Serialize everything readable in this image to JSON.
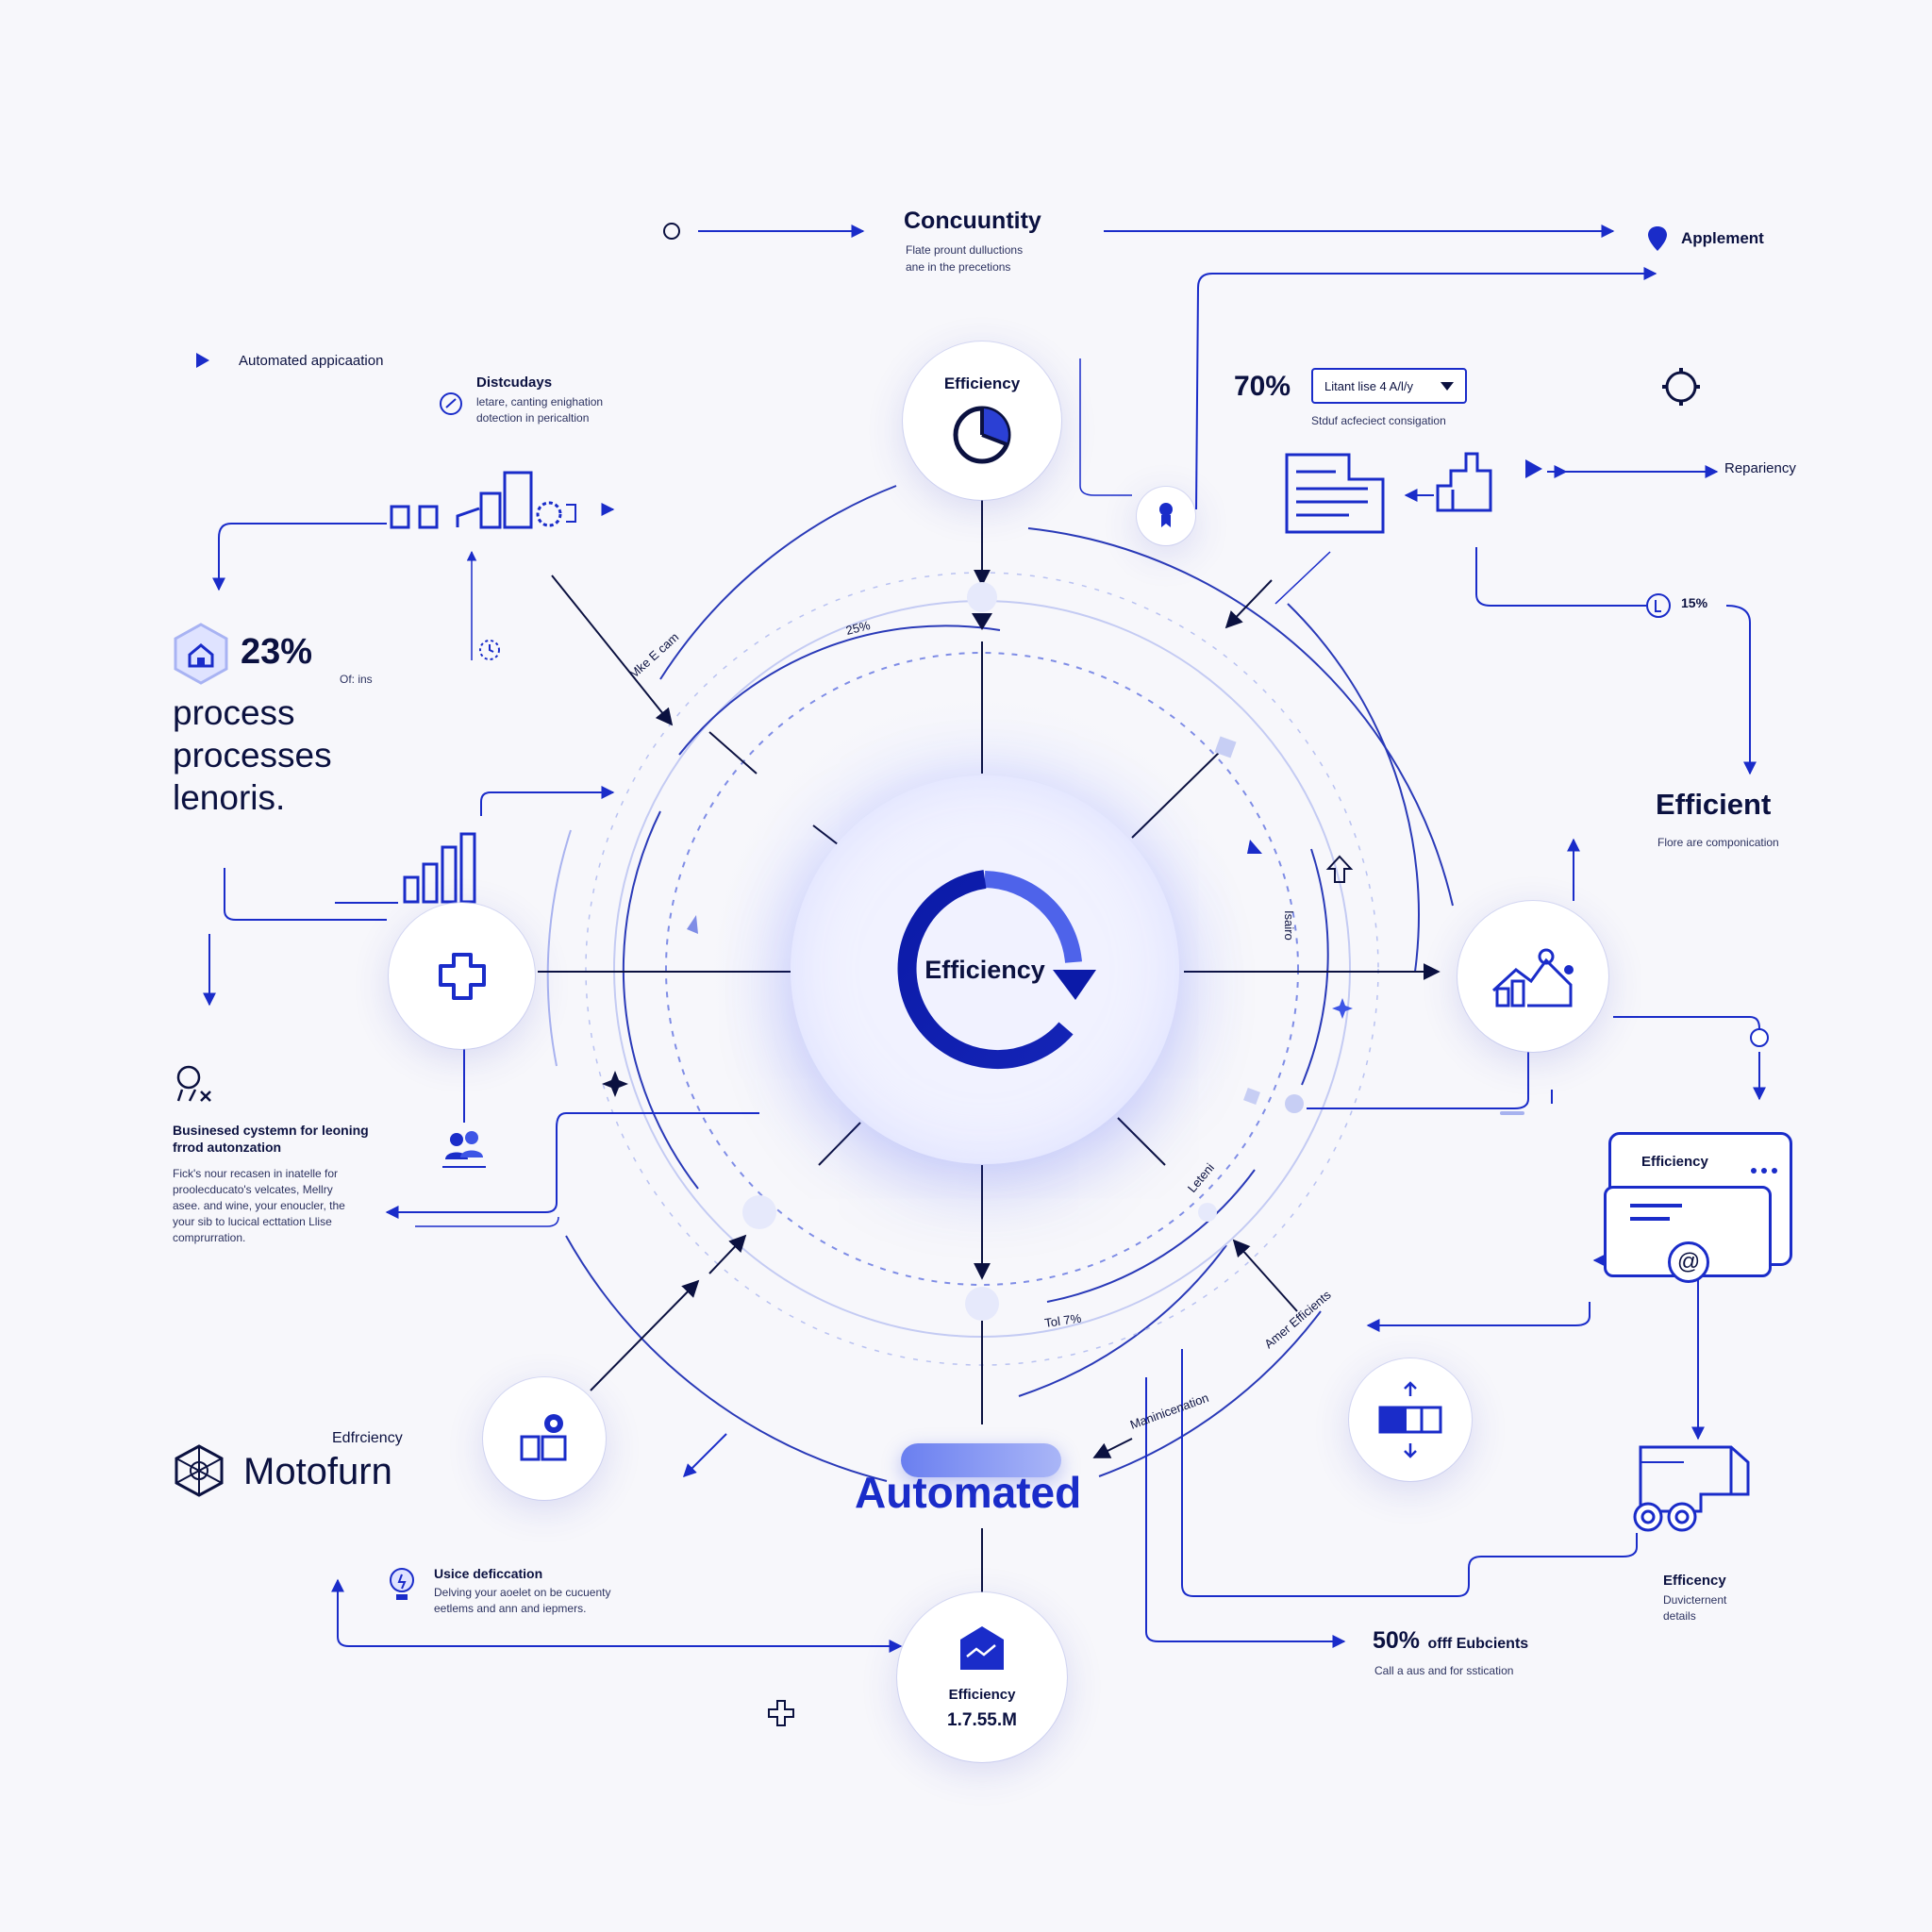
{
  "top": {
    "title": "Concuuntity",
    "subtitle_line1": "Flate prount dulluctions",
    "subtitle_line2": "ane in the precetions",
    "right_label": "Applement"
  },
  "left_top": {
    "automated_label": "Automated appicaation",
    "discuss_title": "Distcudays",
    "discuss_line1": "letare, canting enighation",
    "discuss_line2": "dotection in pericaltion"
  },
  "stat23": {
    "value": "23%",
    "aside": "Of: ins",
    "text_line1": "process",
    "text_line2": "processes",
    "text_line3": "lenoris."
  },
  "business": {
    "title_line1": "Businesed cystemn for leoning",
    "title_line2": "frrod autonzation",
    "body_line1": "Fick's nour recasen in inatelle for",
    "body_line2": "proolecducato's velcates, Mellry",
    "body_line3": "asee. and wine, your enoucler, the",
    "body_line4": "your sib to lucical ecttation Llise",
    "body_line5": "comprurration."
  },
  "motofurn": {
    "small": "Edfrciency",
    "name": "Motofurn"
  },
  "usice": {
    "title": "Usice deficcation",
    "line1": "Delving your aoelet on be cucuenty",
    "line2": "eetlems and ann and iepmers."
  },
  "top_node": {
    "label": "Efficiency"
  },
  "center": {
    "label": "Efficiency"
  },
  "bottom_node": {
    "label": "Efficiency",
    "value": "1.7.55.M"
  },
  "automated": {
    "label": "Automated"
  },
  "arc_labels": {
    "pct25": "25%",
    "makecam": "Mke E cam",
    "pct7": "Tol 7%",
    "maninicenation": "Maninicenation",
    "amerEfficients": "Amer Efficients",
    "lsairo": "Isairo",
    "lesteni": "Leteni"
  },
  "right_top": {
    "pct70": "70%",
    "select_value": "Litant lise 4 A/l/y",
    "select_caption": "Stduf acfeciect consigation",
    "repariency": "Repariency",
    "pct15": "15%"
  },
  "efficient": {
    "title": "Efficient",
    "subtitle": "Flore are componication"
  },
  "card": {
    "title": "Efficiency"
  },
  "right_bottom": {
    "label": "Efficency",
    "line1": "Duvicternent",
    "line2": "details"
  },
  "pct50": {
    "value": "50%",
    "value_rest": "offf Eubcients",
    "caption": "Call a aus and for sstication"
  },
  "colors": {
    "navy": "#0b1140",
    "brand": "#1a2cc9",
    "accent": "#3d55e6",
    "soft": "#c9cff5"
  },
  "icons": [
    "pie-chart-icon",
    "bar-chart-icon",
    "puzzle-icon",
    "team-icon",
    "line-chart-icon",
    "toggle-icon",
    "mail-icon",
    "badge-icon",
    "document-icon",
    "flowchart-icon",
    "gear-icon",
    "location-pin-icon",
    "play-icon",
    "hexagon-network-icon",
    "bulb-icon",
    "home-hexagon-icon",
    "cart-icon",
    "vehicle-icon",
    "card-icon",
    "sparkle-icon",
    "plus-icon"
  ]
}
